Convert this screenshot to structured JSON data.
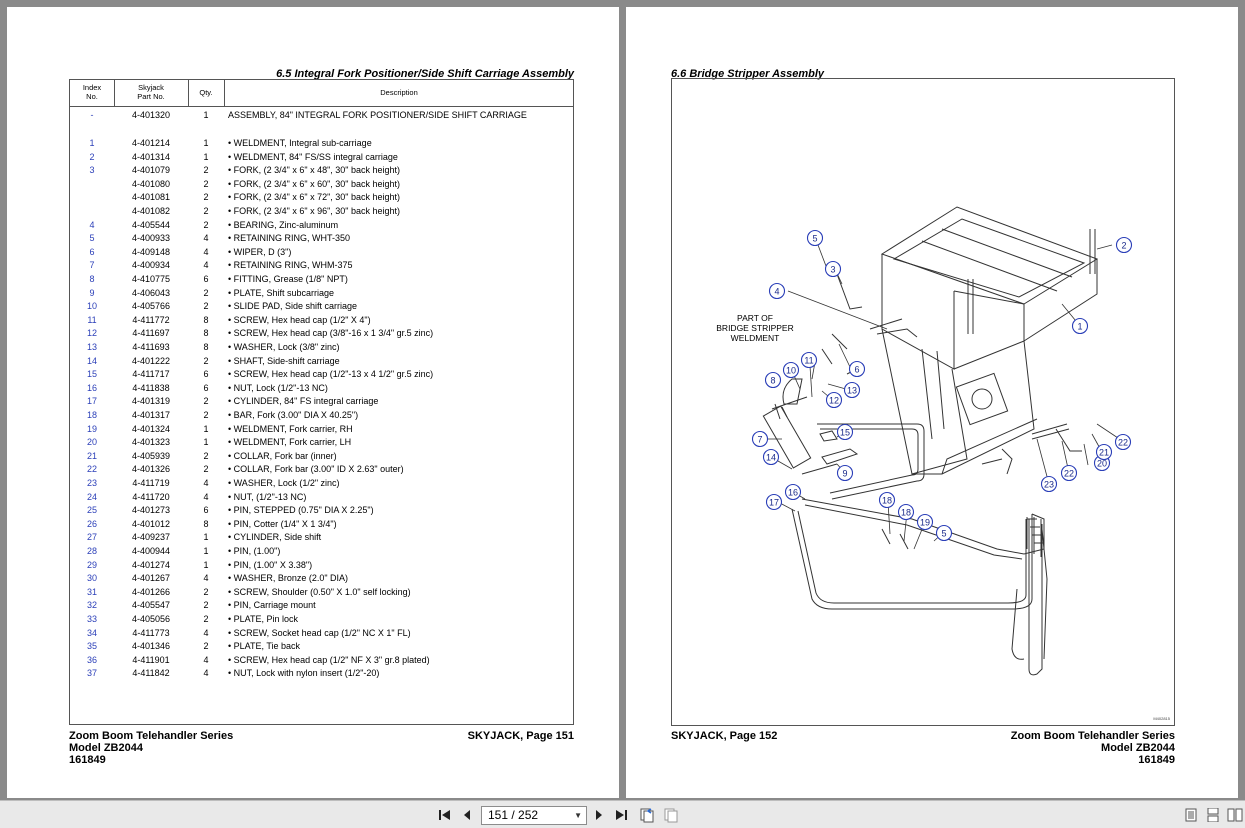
{
  "left_page": {
    "section_title": "6.5  Integral Fork Positioner/Side Shift Carriage Assembly",
    "table": {
      "headers": {
        "index": [
          "Index",
          "No."
        ],
        "part": [
          "Skyjack",
          "Part No."
        ],
        "qty": "Qty.",
        "description": "Description"
      },
      "rows": [
        {
          "index": "-",
          "part": "4-401320",
          "qty": "1",
          "desc": "ASSEMBLY, 84\" INTEGRAL FORK POSITIONER/SIDE SHIFT CARRIAGE"
        },
        {
          "index": "1",
          "part": "4-401214",
          "qty": "1",
          "desc": "• WELDMENT, Integral sub-carriage"
        },
        {
          "index": "2",
          "part": "4-401314",
          "qty": "1",
          "desc": "• WELDMENT, 84\" FS/SS integral carriage"
        },
        {
          "index": "3",
          "part": "4-401079",
          "qty": "2",
          "desc": "• FORK, (2 3/4\" x 6\" x 48\", 30\" back height)"
        },
        {
          "index": "",
          "part": "4-401080",
          "qty": "2",
          "desc": "• FORK, (2 3/4\" x 6\" x 60\", 30\" back height)"
        },
        {
          "index": "",
          "part": "4-401081",
          "qty": "2",
          "desc": "• FORK, (2 3/4\" x 6\" x 72\", 30\" back height)"
        },
        {
          "index": "",
          "part": "4-401082",
          "qty": "2",
          "desc": "• FORK, (2 3/4\" x 6\" x 96\", 30\" back height)"
        },
        {
          "index": "4",
          "part": "4-405544",
          "qty": "2",
          "desc": "• BEARING, Zinc-aluminum"
        },
        {
          "index": "5",
          "part": "4-400933",
          "qty": "4",
          "desc": "• RETAINING RING, WHT-350"
        },
        {
          "index": "6",
          "part": "4-409148",
          "qty": "4",
          "desc": "• WIPER, D (3\")"
        },
        {
          "index": "7",
          "part": "4-400934",
          "qty": "4",
          "desc": "• RETAINING RING, WHM-375"
        },
        {
          "index": "8",
          "part": "4-410775",
          "qty": "6",
          "desc": "• FITTING, Grease (1/8\" NPT)"
        },
        {
          "index": "9",
          "part": "4-406043",
          "qty": "2",
          "desc": "• PLATE, Shift subcarriage"
        },
        {
          "index": "10",
          "part": "4-405766",
          "qty": "2",
          "desc": "• SLIDE PAD, Side shift carriage"
        },
        {
          "index": "11",
          "part": "4-411772",
          "qty": "8",
          "desc": "• SCREW, Hex head cap (1/2\" X 4\")"
        },
        {
          "index": "12",
          "part": "4-411697",
          "qty": "8",
          "desc": "• SCREW, Hex head cap (3/8\"-16 x 1 3/4\" gr.5 zinc)"
        },
        {
          "index": "13",
          "part": "4-411693",
          "qty": "8",
          "desc": "• WASHER, Lock (3/8\" zinc)"
        },
        {
          "index": "14",
          "part": "4-401222",
          "qty": "2",
          "desc": "• SHAFT, Side-shift carriage"
        },
        {
          "index": "15",
          "part": "4-411717",
          "qty": "6",
          "desc": "• SCREW, Hex head cap (1/2\"-13 x 4 1/2\" gr.5 zinc)"
        },
        {
          "index": "16",
          "part": "4-411838",
          "qty": "6",
          "desc": "• NUT, Lock (1/2\"-13 NC)"
        },
        {
          "index": "17",
          "part": "4-401319",
          "qty": "2",
          "desc": "• CYLINDER, 84\" FS integral carriage"
        },
        {
          "index": "18",
          "part": "4-401317",
          "qty": "2",
          "desc": "• BAR, Fork (3.00\" DIA X 40.25\")"
        },
        {
          "index": "19",
          "part": "4-401324",
          "qty": "1",
          "desc": "• WELDMENT, Fork carrier, RH"
        },
        {
          "index": "20",
          "part": "4-401323",
          "qty": "1",
          "desc": "• WELDMENT, Fork carrier, LH"
        },
        {
          "index": "21",
          "part": "4-405939",
          "qty": "2",
          "desc": "• COLLAR, Fork bar (inner)"
        },
        {
          "index": "22",
          "part": "4-401326",
          "qty": "2",
          "desc": "• COLLAR, Fork bar (3.00\" ID X 2.63\" outer)"
        },
        {
          "index": "23",
          "part": "4-411719",
          "qty": "4",
          "desc": "• WASHER, Lock (1/2\" zinc)"
        },
        {
          "index": "24",
          "part": "4-411720",
          "qty": "4",
          "desc": "• NUT, (1/2\"-13 NC)"
        },
        {
          "index": "25",
          "part": "4-401273",
          "qty": "6",
          "desc": "• PIN, STEPPED (0.75\" DIA X 2.25\")"
        },
        {
          "index": "26",
          "part": "4-401012",
          "qty": "8",
          "desc": "• PIN, Cotter (1/4\" X 1 3/4\")"
        },
        {
          "index": "27",
          "part": "4-409237",
          "qty": "1",
          "desc": "• CYLINDER, Side shift"
        },
        {
          "index": "28",
          "part": "4-400944",
          "qty": "1",
          "desc": "• PIN, (1.00\")"
        },
        {
          "index": "29",
          "part": "4-401274",
          "qty": "1",
          "desc": "• PIN, (1.00\" X 3.38\")"
        },
        {
          "index": "30",
          "part": "4-401267",
          "qty": "4",
          "desc": "• WASHER, Bronze (2.0\" DIA)"
        },
        {
          "index": "31",
          "part": "4-401266",
          "qty": "2",
          "desc": "• SCREW, Shoulder (0.50\" X 1.0\" self locking)"
        },
        {
          "index": "32",
          "part": "4-405547",
          "qty": "2",
          "desc": "• PIN, Carriage mount"
        },
        {
          "index": "33",
          "part": "4-405056",
          "qty": "2",
          "desc": "• PLATE, Pin lock"
        },
        {
          "index": "34",
          "part": "4-411773",
          "qty": "4",
          "desc": "• SCREW, Socket head cap (1/2\" NC X 1\" FL)"
        },
        {
          "index": "35",
          "part": "4-401346",
          "qty": "2",
          "desc": "• PLATE, Tie back"
        },
        {
          "index": "36",
          "part": "4-411901",
          "qty": "4",
          "desc": "• SCREW, Hex head cap (1/2\" NF X 3\" gr.8 plated)"
        },
        {
          "index": "37",
          "part": "4-411842",
          "qty": "4",
          "desc": "• NUT, Lock with nylon insert (1/2\"-20)"
        }
      ]
    },
    "footer": {
      "series": "Zoom Boom Telehandler Series",
      "model": "Model ZB2044",
      "doc_no": "161849",
      "page_label": "SKYJACK, Page 151"
    }
  },
  "right_page": {
    "section_title": "6.6  Bridge Stripper Assembly",
    "diagram": {
      "weldment_label": [
        "PART OF",
        "BRIDGE STRIPPER",
        "WELDMENT"
      ],
      "drawing_id": "M402815",
      "callouts": [
        "1",
        "2",
        "3",
        "4",
        "5",
        "6",
        "7",
        "8",
        "9",
        "10",
        "11",
        "12",
        "13",
        "14",
        "15",
        "16",
        "17",
        "18",
        "18",
        "19",
        "20",
        "21",
        "22",
        "22",
        "23",
        "5"
      ]
    },
    "footer": {
      "page_label": "SKYJACK, Page 152",
      "series": "Zoom Boom Telehandler Series",
      "model": "Model ZB2044",
      "doc_no": "161849"
    }
  },
  "toolbar": {
    "page_indicator": "151 / 252",
    "icons": [
      "first-page-icon",
      "prev-page-icon",
      "next-page-icon",
      "last-page-icon",
      "prev-view-icon",
      "next-view-icon",
      "single-page-view-icon",
      "continuous-view-icon",
      "facing-view-icon",
      "continuous-facing-view-icon"
    ]
  },
  "colors": {
    "background": "#8a8a8a",
    "index_text": "#2b3fb8",
    "callout": "#2b3fb8"
  }
}
